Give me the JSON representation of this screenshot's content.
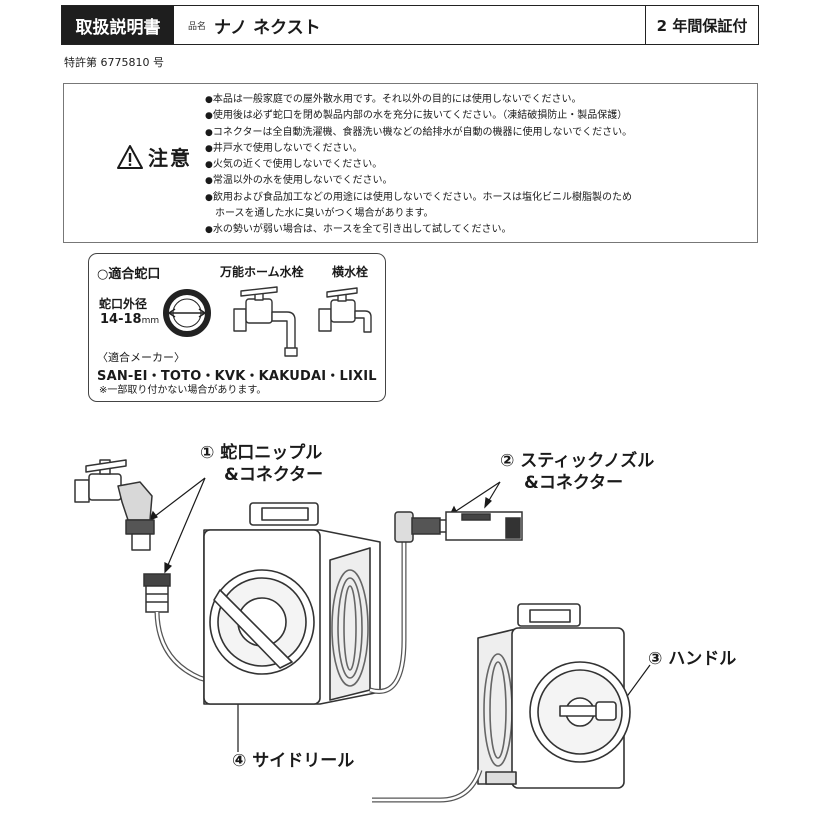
{
  "header": {
    "title": "取扱説明書",
    "product_label": "品名",
    "product_name": "ナノ ネクスト",
    "warranty": "2 年間保証付"
  },
  "patent": "特許第 6775810 号",
  "caution": {
    "label": "注意",
    "bullet": "●",
    "items": [
      "本品は一般家庭での屋外散水用です。それ以外の目的には使用しないでください。",
      "使用後は必ず蛇口を閉め製品内部の水を充分に抜いてください。（凍結破損防止・製品保護）",
      "コネクターは全自動洗濯機、食器洗い機などの給排水が自動の機器に使用しないでください。",
      "井戸水で使用しないでください。",
      "火気の近くで使用しないでください。",
      "常温以外の水を使用しないでください。",
      "飲用および食品加工などの用途には使用しないでください。ホースは塩化ビニル樹脂製のため",
      "水の勢いが弱い場合は、ホースを全て引き出して試してください。"
    ],
    "item7_continued": "ホースを通した水に臭いがつく場合があります。"
  },
  "faucet": {
    "title": "○適合蛇口",
    "type1": "万能ホーム水栓",
    "type2": "横水栓",
    "diameter_label": "蛇口外径",
    "diameter_value": "14-18",
    "diameter_unit": "mm",
    "makers_label": "〈適合メーカー〉",
    "makers": "SAN-EI・TOTO・KVK・KAKUDAI・LIXIL",
    "note": "※一部取り付かない場合があります。"
  },
  "parts": {
    "p1_line1": "① 蛇口ニップル",
    "p1_line2": "&コネクター",
    "p2_line1": "② スティックノズル",
    "p2_line2": "&コネクター",
    "p3": "③ ハンドル",
    "p4": "④ サイドリール"
  }
}
